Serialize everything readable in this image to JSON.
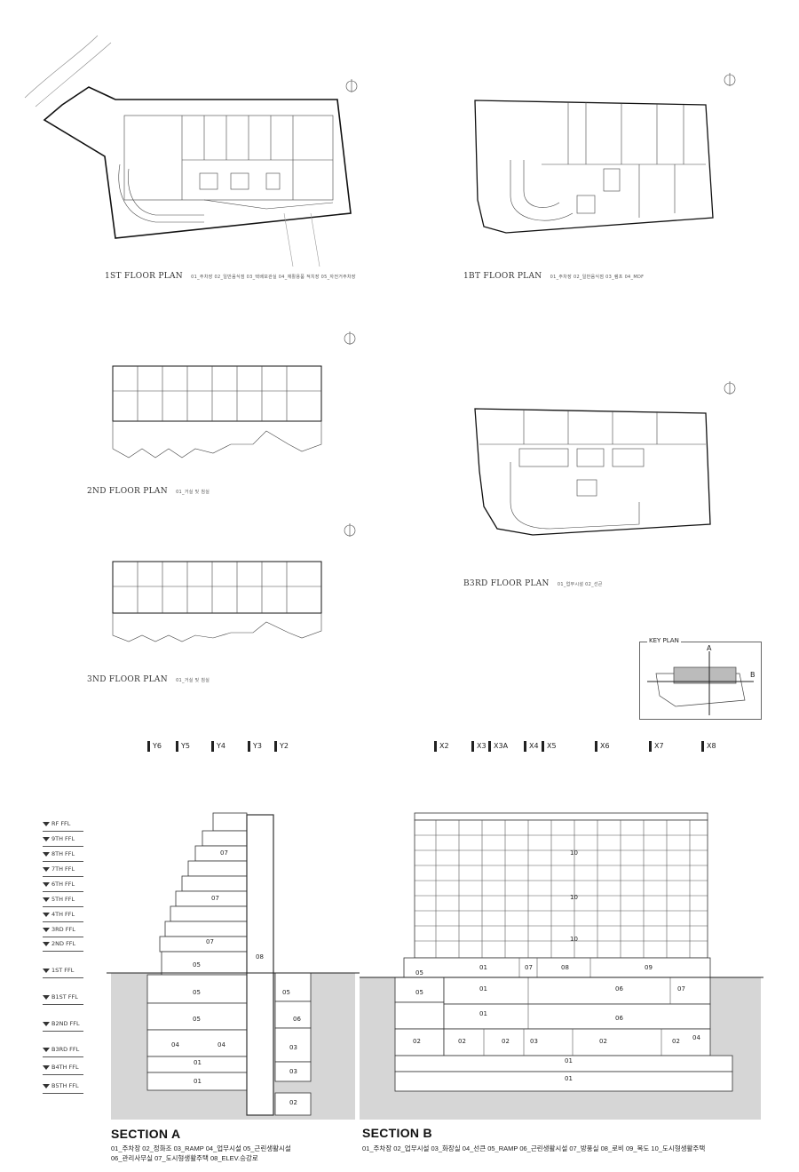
{
  "plans": {
    "first": {
      "title": "1ST FLOOR PLAN",
      "legend": "01_주차장 02_일반음식점 03_택배보관실 04_재활용품 적치장 05_자전거주차장"
    },
    "b1": {
      "title": "1BT FLOOR PLAN",
      "legend": "01_주차장 02_일반음식점 03_램프 04_MDF"
    },
    "second": {
      "title": "2ND FLOOR PLAN",
      "legend": "01_거실 및 침실"
    },
    "b3": {
      "title": "B3RD FLOOR PLAN",
      "legend": "01_업무시설 02_선큰"
    },
    "third": {
      "title": "3ND FLOOR PLAN",
      "legend": "01_거실 및 침실"
    }
  },
  "keyplan": {
    "title": "KEY PLAN",
    "label_a": "A",
    "label_b": "B"
  },
  "grid_y": [
    "Y6",
    "Y5",
    "Y4",
    "Y3",
    "Y2"
  ],
  "grid_x": [
    "X2",
    "X3",
    "X3A",
    "X4",
    "X5",
    "X6",
    "X7",
    "X8"
  ],
  "levels": [
    "RF FFL",
    "9TH FFL",
    "8TH FFL",
    "7TH FFL",
    "6TH FFL",
    "5TH FFL",
    "4TH FFL",
    "3RD FFL",
    "2ND FFL",
    "1ST FFL",
    "B1ST FFL",
    "B2ND FFL",
    "B3RD FFL",
    "B4TH FFL",
    "B5TH FFL"
  ],
  "section_a": {
    "title": "SECTION A",
    "legend_line1": "01_주차장 02_정화조 03_RAMP 04_업무시설 05_근린생활시설",
    "legend_line2": "06_관리사무실 07_도시형생활주택 08_ELEV.승강로",
    "room_labels": [
      "07",
      "07",
      "07",
      "05",
      "05",
      "05",
      "04",
      "04",
      "01",
      "01",
      "08",
      "05",
      "06",
      "03",
      "03",
      "02"
    ]
  },
  "section_b": {
    "title": "SECTION B",
    "legend": "01_주차장 02_업무시설 03_화장실 04_선큰 05_RAMP 06_근린생활시설 07_방풍실 08_로비 09_복도 10_도시형생활주택",
    "room_labels": [
      "10",
      "10",
      "10",
      "01",
      "07",
      "08",
      "09",
      "05",
      "01",
      "06",
      "07",
      "05",
      "01",
      "06",
      "02",
      "02",
      "02",
      "03",
      "02",
      "02",
      "04",
      "01",
      "01"
    ]
  }
}
